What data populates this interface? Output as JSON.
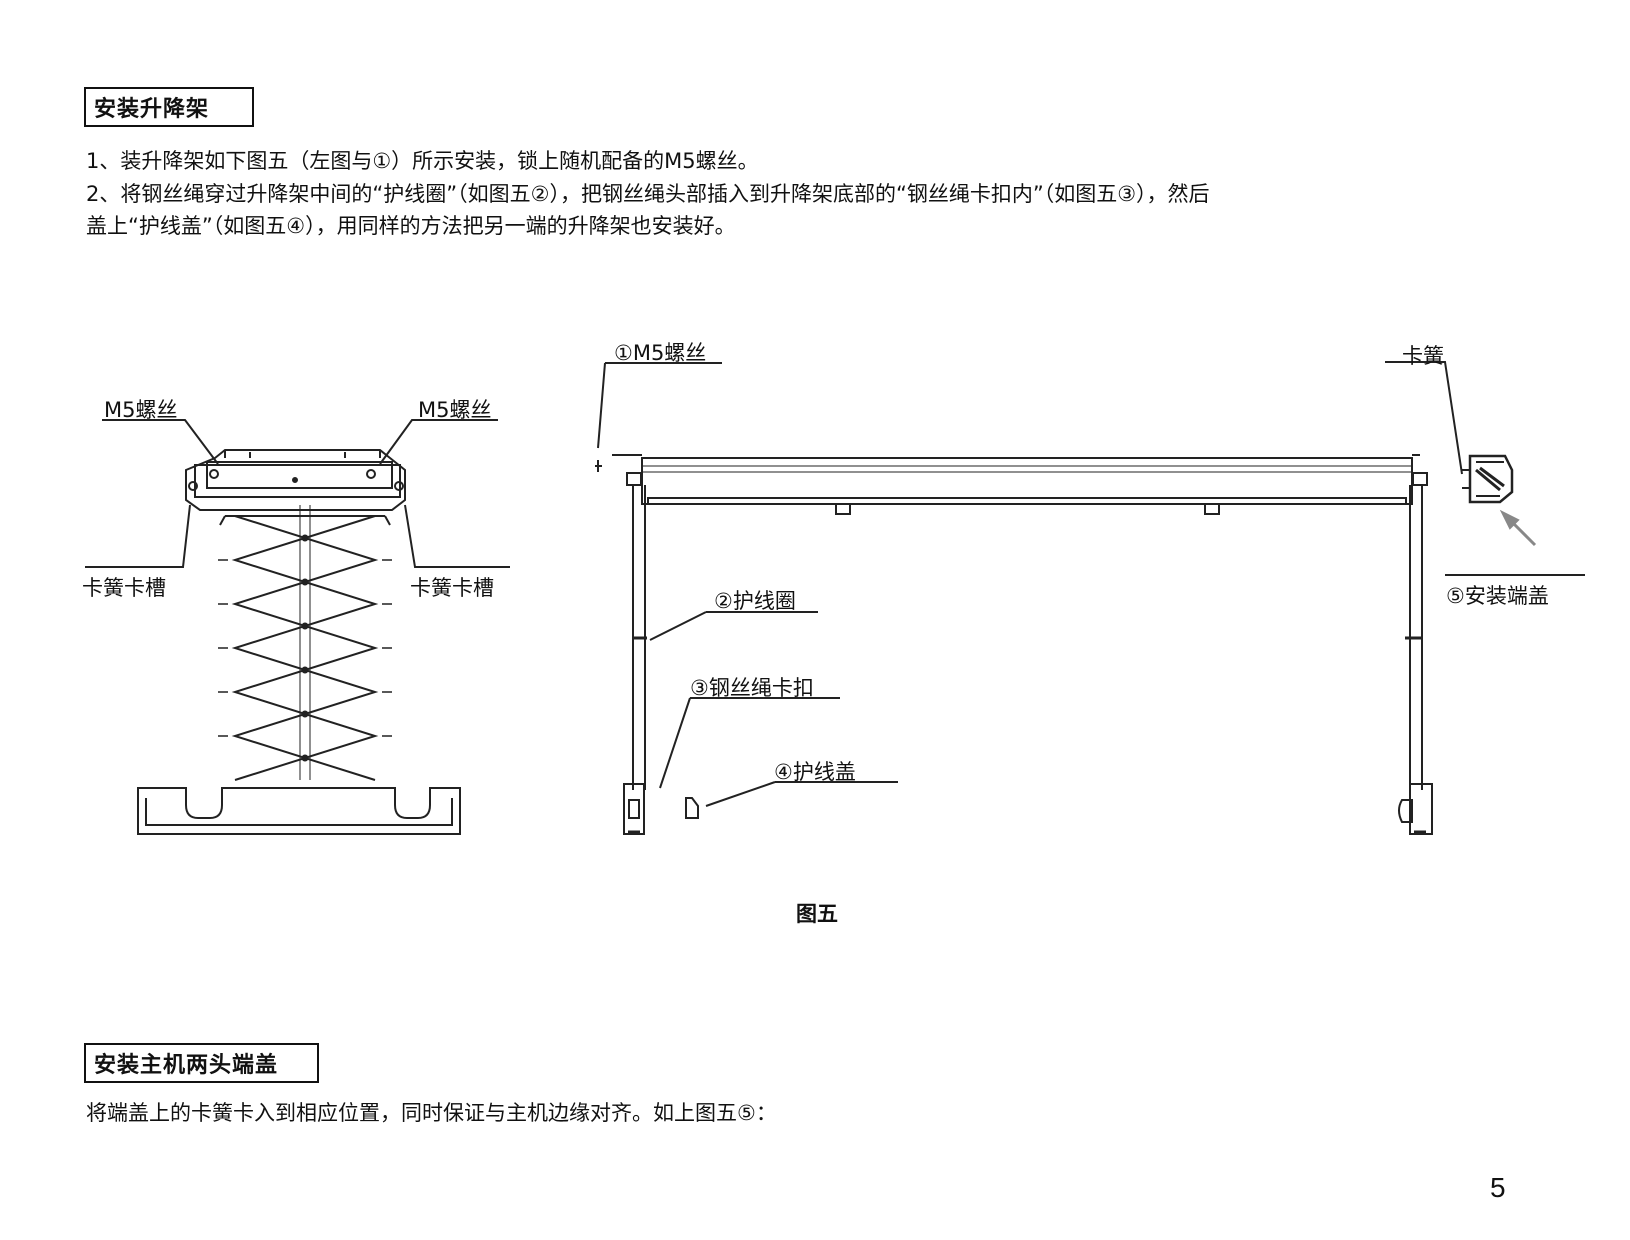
{
  "section1": {
    "title": "安装升降架",
    "line1": "1、装升降架如下图五（左图与①）所示安装，锁上随机配备的M5螺丝。",
    "line2": "2、将钢丝绳穿过升降架中间的“护线圈”（如图五②），把钢丝绳头部插入到升降架底部的“钢丝绳卡扣内”（如图五③），然后",
    "line3": "盖上“护线盖”（如图五④），用同样的方法把另一端的升降架也安装好。"
  },
  "figure": {
    "left_screw_left": "M5螺丝",
    "left_screw_right": "M5螺丝",
    "slot_left": "卡簧卡槽",
    "slot_right": "卡簧卡槽",
    "callout1": "①M5螺丝",
    "callout_spring": "卡簧",
    "callout2": "②护线圈",
    "callout3": "③钢丝绳卡扣",
    "callout4": "④护线盖",
    "callout5": "⑤安装端盖",
    "caption": "图五"
  },
  "section2": {
    "title": "安装主机两头端盖",
    "line1": "将端盖上的卡簧卡入到相应位置，同时保证与主机边缘对齐。如上图五⑤："
  },
  "page_number": "5"
}
